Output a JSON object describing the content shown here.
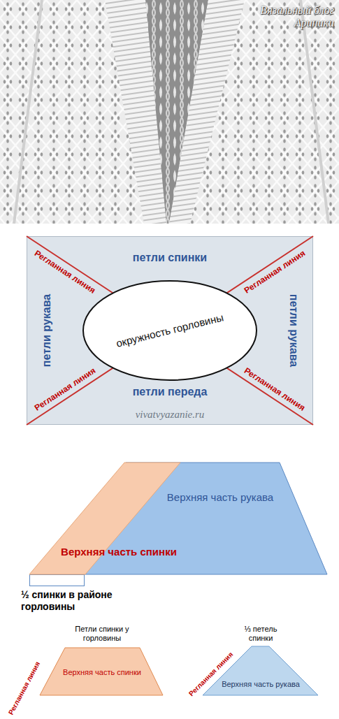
{
  "diagram": {
    "nodes": [
      {
        "text": [
          "петли спинки",
          "петли рукава",
          "петли рукава",
          "петли переда"
        ]
      },
      {
        "text": [
          "окружность горловины"
        ],
        "in": 0
      },
      {
        "text": [
          "Верхняя часть рукава"
        ]
      },
      {
        "text": [
          "Верхняя часть спинки"
        ]
      },
      {
        "text": [
          "Петли спинки у горловины",
          "Верхняя часть спинки"
        ]
      },
      {
        "text": [
          "⅓ петель спинки",
          "Верхняя часть рукава"
        ]
      }
    ],
    "labels": [
      "Вязальный блог Ариники",
      "Регланная линия",
      "Регланная линия",
      "Регланная линия",
      "Регланная линия",
      "vivatvyazanie.ru",
      "½ спинки в районе горловины",
      "Регланная линия",
      "Регланная линия"
    ]
  }
}
